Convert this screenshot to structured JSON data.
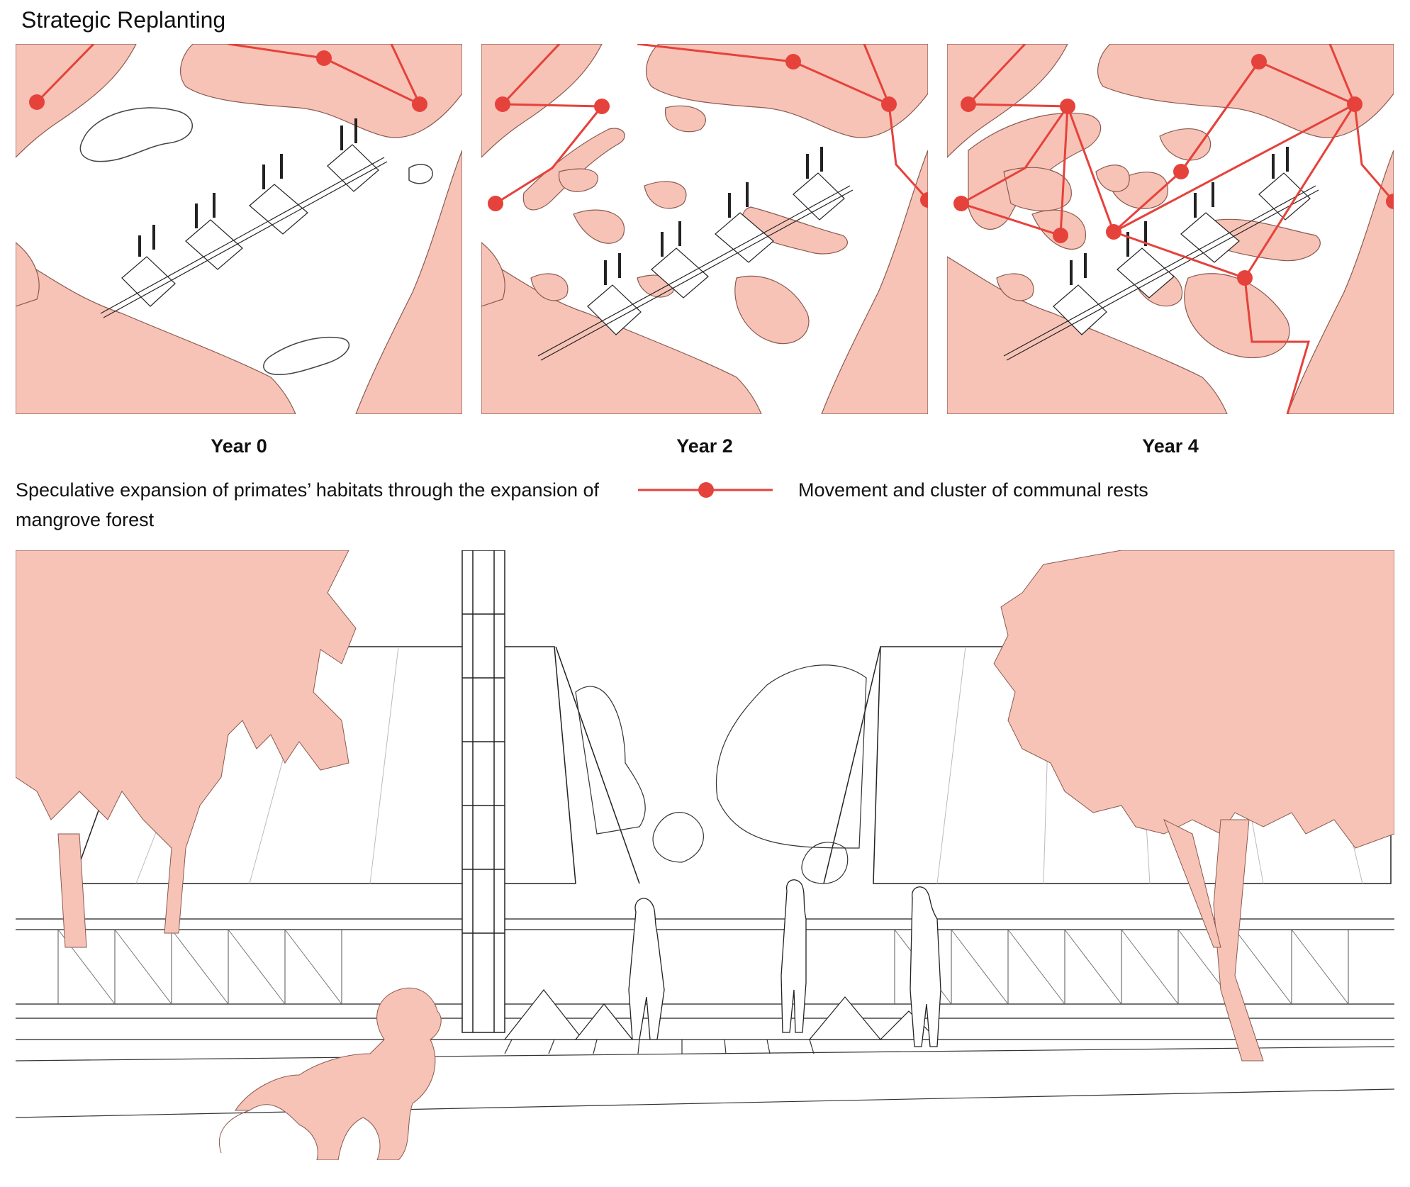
{
  "title": "Strategic Replanting",
  "panels": [
    {
      "caption": "Year 0"
    },
    {
      "caption": "Year 2"
    },
    {
      "caption": "Year 4"
    }
  ],
  "description": "Speculative expansion of primates’ habitats through the expansion of mangrove forest",
  "legend": {
    "label": "Movement and cluster of communal rests"
  },
  "colors": {
    "habitat_fill": "#f7c3b6",
    "habitat_stroke": "#8a5a50",
    "route": "#e5423b",
    "line": "#222222"
  }
}
